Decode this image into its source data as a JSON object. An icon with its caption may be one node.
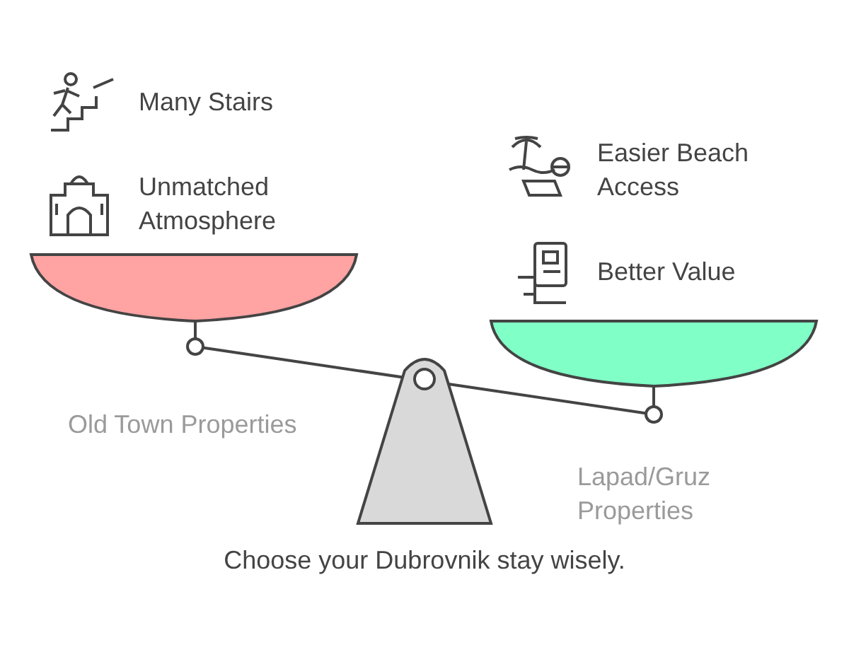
{
  "diagram": {
    "caption": "Choose your Dubrovnik stay wisely.",
    "labels": [
      "Many Stairs",
      "Unmatched Atmosphere",
      "Easier Beach Access",
      "Better Value",
      "Old Town Properties",
      "Lapad/Gruz Properties"
    ]
  }
}
